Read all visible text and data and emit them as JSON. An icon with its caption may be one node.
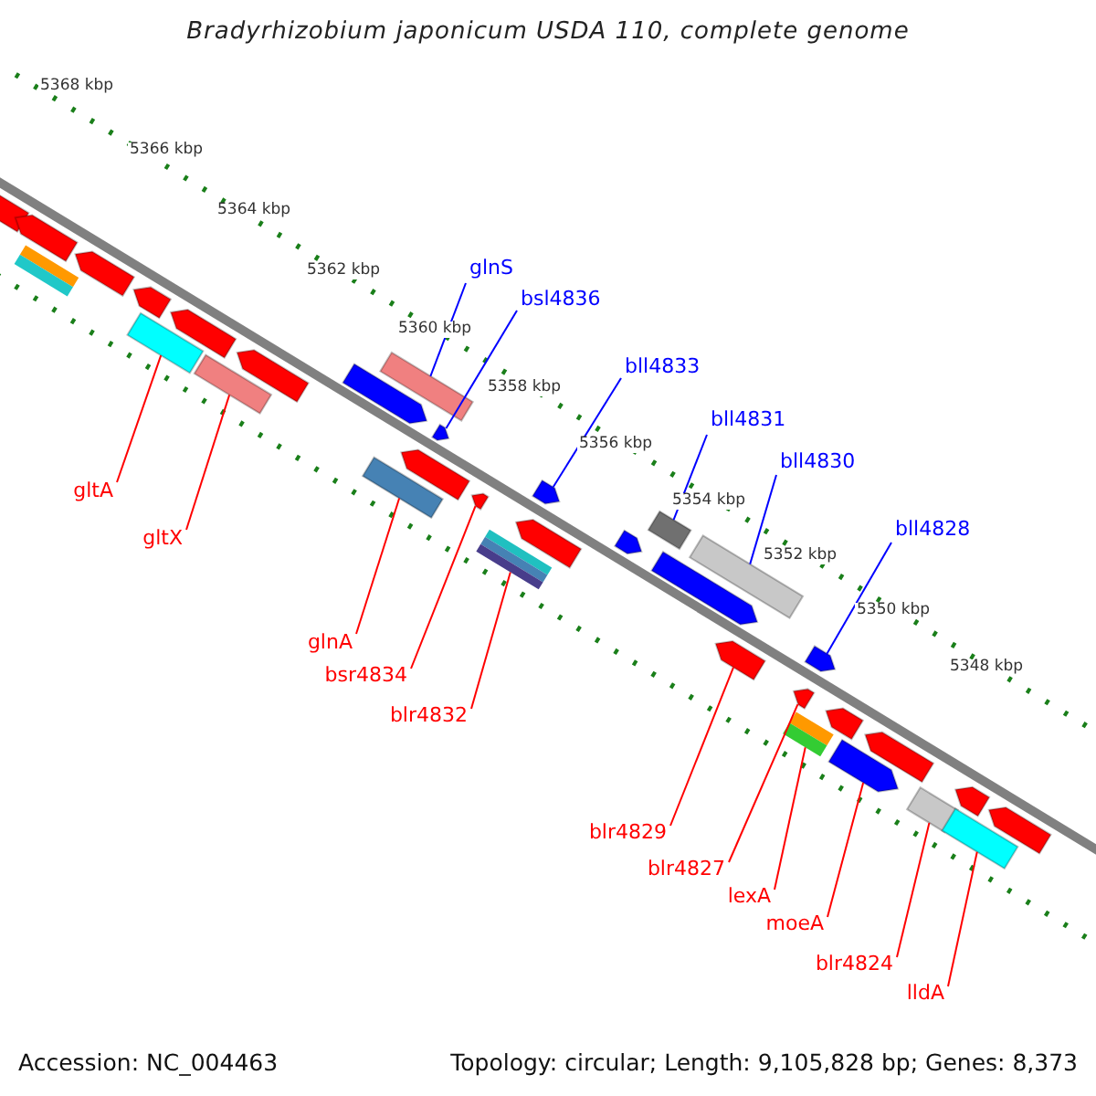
{
  "diagram": {
    "title": "Bradyrhizobium japonicum USDA 110, complete genome",
    "nodes": [
      {
        "text": [
          "glnS"
        ]
      },
      {
        "text": [
          "bsl4836"
        ]
      },
      {
        "text": [
          "bll4833"
        ]
      },
      {
        "text": [
          "bll4831"
        ]
      },
      {
        "text": [
          "bll4830"
        ]
      },
      {
        "text": [
          "bll4828"
        ]
      },
      {
        "text": [
          "gltA"
        ]
      },
      {
        "text": [
          "gltX"
        ]
      },
      {
        "text": [
          "glnA"
        ]
      },
      {
        "text": [
          "bsr4834"
        ]
      },
      {
        "text": [
          "blr4832"
        ]
      },
      {
        "text": [
          "blr4829"
        ]
      },
      {
        "text": [
          "blr4827"
        ]
      },
      {
        "text": [
          "lexA"
        ]
      },
      {
        "text": [
          "moeA"
        ]
      },
      {
        "text": [
          "blr4824"
        ]
      },
      {
        "text": [
          "lldA"
        ]
      },
      {
        "text": [],
        "shape": "arrow"
      },
      {
        "text": [],
        "shape": "arrow"
      },
      {
        "text": [],
        "shape": "bar"
      },
      {
        "text": [],
        "shape": "arrow"
      },
      {
        "text": [],
        "shape": "arrow"
      },
      {
        "text": [],
        "shape": "bar"
      },
      {
        "text": [],
        "shape": "arrow"
      },
      {
        "text": [],
        "shape": "bar"
      },
      {
        "text": [],
        "shape": "arrow"
      },
      {
        "text": [],
        "shape": "arrow"
      },
      {
        "text": [],
        "shape": "bar"
      },
      {
        "text": [],
        "shape": "bar"
      },
      {
        "text": [],
        "shape": "arrow"
      },
      {
        "text": [],
        "shape": "arrow"
      },
      {
        "text": [],
        "shape": "arrow"
      },
      {
        "text": [],
        "shape": "bar"
      },
      {
        "text": [],
        "shape": "arrow"
      },
      {
        "text": [],
        "shape": "arrow"
      },
      {
        "text": [],
        "shape": "arrow"
      },
      {
        "text": [],
        "shape": "bar"
      },
      {
        "text": [],
        "shape": "arrow"
      },
      {
        "text": [],
        "shape": "arrow"
      },
      {
        "text": [],
        "shape": "bar"
      },
      {
        "text": [],
        "shape": "arrow"
      },
      {
        "text": [],
        "shape": "bar"
      },
      {
        "text": [],
        "shape": "arrow"
      },
      {
        "text": [],
        "shape": "arrow"
      },
      {
        "text": [],
        "shape": "arrow"
      },
      {
        "text": [],
        "shape": "arrow"
      },
      {
        "text": [],
        "shape": "bar"
      },
      {
        "text": [],
        "shape": "arrow"
      },
      {
        "text": [],
        "shape": "bar"
      },
      {
        "text": [],
        "shape": "arrow"
      }
    ],
    "edges": [
      {
        "from": 0,
        "to": 28,
        "arrow": "none",
        "color": "#0000ff"
      },
      {
        "from": 1,
        "to": 30,
        "arrow": "none",
        "color": "#0000ff"
      },
      {
        "from": 2,
        "to": 34,
        "arrow": "none",
        "color": "#0000ff"
      },
      {
        "from": 3,
        "to": 36,
        "arrow": "none",
        "color": "#0000ff"
      },
      {
        "from": 4,
        "to": 39,
        "arrow": "none",
        "color": "#0000ff"
      },
      {
        "from": 5,
        "to": 42,
        "arrow": "none",
        "color": "#0000ff"
      },
      {
        "from": 6,
        "to": 22,
        "arrow": "none"
      },
      {
        "from": 7,
        "to": 24,
        "arrow": "none"
      },
      {
        "from": 8,
        "to": 27,
        "arrow": "none"
      },
      {
        "from": 9,
        "to": 31,
        "arrow": "none"
      },
      {
        "from": 10,
        "to": 32,
        "arrow": "none"
      },
      {
        "from": 11,
        "to": 38,
        "arrow": "none"
      },
      {
        "from": 12,
        "to": 40,
        "arrow": "none"
      },
      {
        "from": 13,
        "to": 41,
        "arrow": "none"
      },
      {
        "from": 14,
        "to": 44,
        "arrow": "none"
      },
      {
        "from": 15,
        "to": 46,
        "arrow": "none"
      },
      {
        "from": 16,
        "to": 48,
        "arrow": "none"
      }
    ],
    "labels": [
      "5368 kbp",
      "5366 kbp",
      "5364 kbp",
      "5362 kbp",
      "5360 kbp",
      "5358 kbp",
      "5356 kbp",
      "5354 kbp",
      "5352 kbp",
      "5350 kbp",
      "5348 kbp",
      "Accession: NC_004463",
      "Topology: circular; Length: 9,105,828 bp; Genes: 8,373"
    ]
  }
}
